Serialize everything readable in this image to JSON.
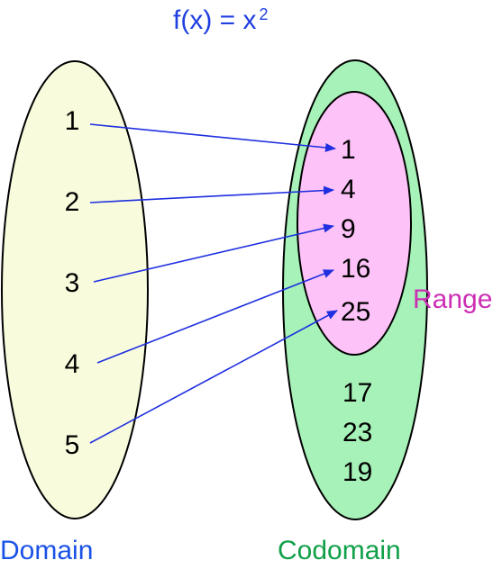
{
  "title": {
    "base": "f(x) = x",
    "exponent": "2"
  },
  "domain": {
    "label": "Domain",
    "values": [
      "1",
      "2",
      "3",
      "4",
      "5"
    ]
  },
  "codomain": {
    "label": "Codomain",
    "range_label": "Range",
    "range_values": [
      "1",
      "4",
      "9",
      "16",
      "25"
    ],
    "other_values": [
      "17",
      "23",
      "19"
    ]
  },
  "mapping": [
    {
      "from": "1",
      "to": "1"
    },
    {
      "from": "2",
      "to": "4"
    },
    {
      "from": "3",
      "to": "9"
    },
    {
      "from": "4",
      "to": "16"
    },
    {
      "from": "5",
      "to": "25"
    }
  ],
  "colors": {
    "title": "#1f3fe0",
    "domain_fill": "#f8fbdc",
    "domain_label": "#1a52e6",
    "codomain_fill": "#a6f2b8",
    "codomain_label": "#10a048",
    "range_fill": "#fdc2f7",
    "range_label": "#cc2fb4",
    "arrow": "#1f2fe0",
    "outline": "#000000",
    "number": "#000000"
  }
}
